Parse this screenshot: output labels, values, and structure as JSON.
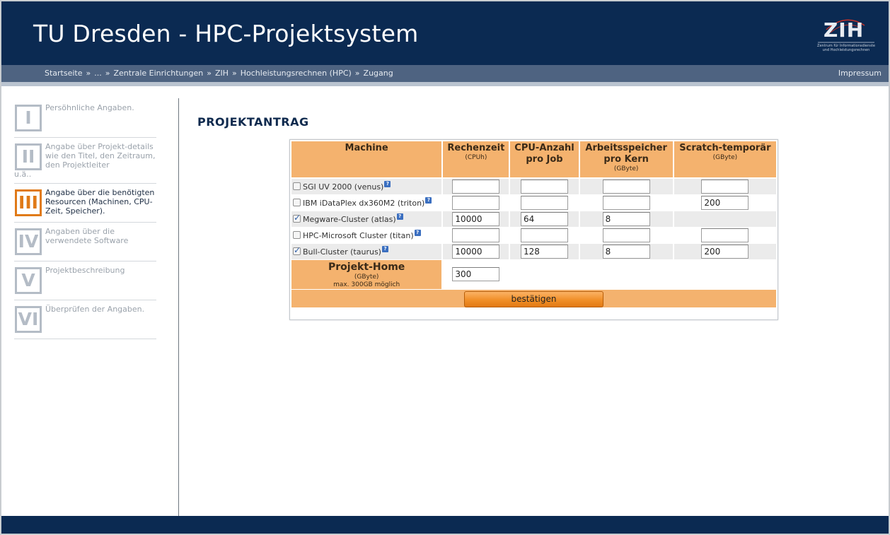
{
  "header": {
    "title": "TU Dresden - HPC-Projektsystem",
    "logo_text": "ZIH",
    "logo_subtext": "Zentrum für Informationsdienste und Hochleistungsrechnen",
    "colors": {
      "header_bg": "#0b2a52",
      "nav_bg": "#4e6381",
      "accent": "#f4b26e",
      "active_step": "#e07a18"
    }
  },
  "nav": {
    "breadcrumb": [
      "Startseite",
      "...",
      "Zentrale Einrichtungen",
      "ZIH",
      "Hochleistungsrechnen (HPC)",
      "Zugang"
    ],
    "separator": "»",
    "impressum": "Impressum"
  },
  "sidebar": {
    "steps": [
      {
        "numeral": "I",
        "text": "Persöhnliche Angaben.",
        "active": false
      },
      {
        "numeral": "II",
        "text": "Angabe über Projekt-details wie den Titel, den Zeitraum, den Projektleiter",
        "overflow": "u.ä..",
        "active": false
      },
      {
        "numeral": "III",
        "text": "Angabe über die benötigten Resourcen (Machinen, CPU-Zeit, Speicher).",
        "active": true
      },
      {
        "numeral": "IV",
        "text": "Angaben über die verwendete Software",
        "active": false
      },
      {
        "numeral": "V",
        "text": "Projektbeschreibung",
        "active": false
      },
      {
        "numeral": "VI",
        "text": "Überprüfen der Angaben.",
        "active": false
      }
    ]
  },
  "main": {
    "heading": "PROJEKTANTRAG",
    "columns": [
      {
        "label": "Machine",
        "unit": ""
      },
      {
        "label": "Rechenzeit",
        "unit": "(CPUh)"
      },
      {
        "label": "CPU-Anzahl pro Job",
        "unit": ""
      },
      {
        "label": "Arbeitsspeicher pro Kern",
        "unit": "(GByte)"
      },
      {
        "label": "Scratch-temporär",
        "unit": "(GByte)"
      }
    ],
    "help_icon": "?",
    "rows": [
      {
        "machine": "SGI UV 2000 (venus)",
        "checked": false,
        "rechenzeit": "",
        "cpu": "",
        "ram": "",
        "scratch": ""
      },
      {
        "machine": "IBM iDataPlex dx360M2 (triton)",
        "checked": false,
        "rechenzeit": "",
        "cpu": "",
        "ram": "",
        "scratch": "200"
      },
      {
        "machine": "Megware-Cluster (atlas)",
        "checked": true,
        "rechenzeit": "10000",
        "cpu": "64",
        "ram": "8",
        "scratch": null
      },
      {
        "machine": "HPC-Microsoft Cluster (titan)",
        "checked": false,
        "rechenzeit": "",
        "cpu": "",
        "ram": "",
        "scratch": ""
      },
      {
        "machine": "Bull-Cluster (taurus)",
        "checked": true,
        "rechenzeit": "10000",
        "cpu": "128",
        "ram": "8",
        "scratch": "200"
      }
    ],
    "project_home": {
      "label": "Projekt-Home",
      "unit": "(GByte)",
      "hint": "max. 300GB möglich",
      "value": "300"
    },
    "submit_label": "bestätigen"
  }
}
